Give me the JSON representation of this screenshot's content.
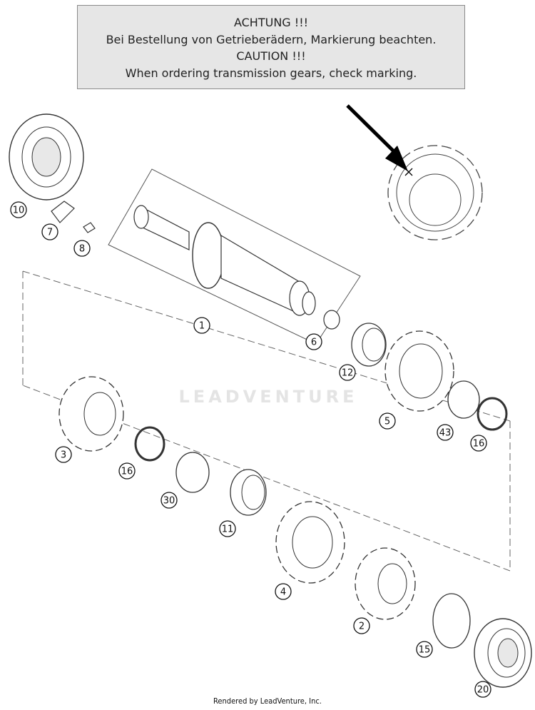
{
  "notice": {
    "line1": "ACHTUNG !!!",
    "line2": "Bei Bestellung von Getrieberädern, Markierung beachten.",
    "line3": "CAUTION !!!",
    "line4": "When ordering transmission gears, check marking."
  },
  "watermark": "LEADVENTURE",
  "footer": "Rendered by LeadVenture, Inc.",
  "callouts": [
    "10",
    "7",
    "8",
    "1",
    "6",
    "12",
    "5",
    "43",
    "16",
    "3",
    "16",
    "30",
    "11",
    "4",
    "2",
    "15",
    "20"
  ],
  "colors": {
    "line": "#333333",
    "fill": "#ffffff",
    "shade": "#d9d9d9",
    "notice_bg": "#e6e6e6"
  }
}
